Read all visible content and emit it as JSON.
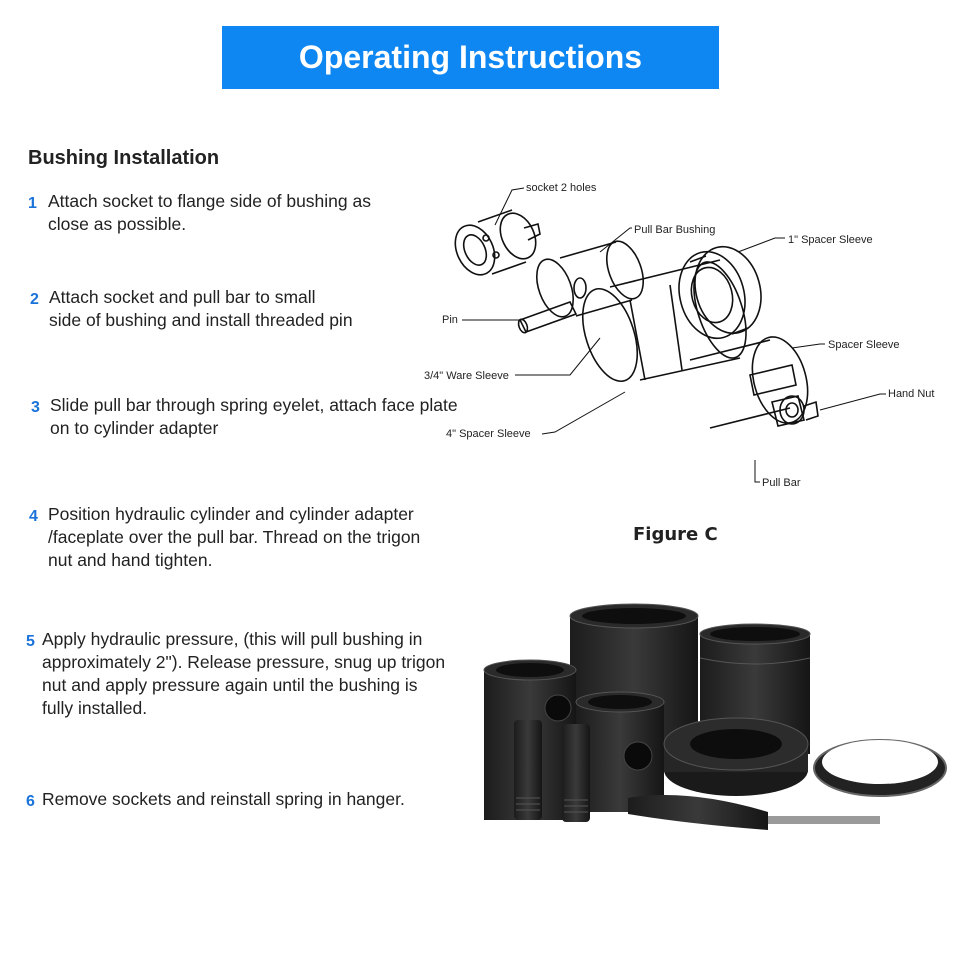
{
  "header": {
    "title": "Operating Instructions",
    "accent": "#0f87f2"
  },
  "section": {
    "title": "Bushing Installation"
  },
  "steps": [
    {
      "num": "1",
      "text": "Attach socket to flange side of bushing as\nclose as possible."
    },
    {
      "num": "2",
      "text": "Attach socket and pull bar to small\nside of bushing and install threaded pin"
    },
    {
      "num": "3",
      "text": "Slide pull bar through spring eyelet, attach face plate\non to cylinder adapter"
    },
    {
      "num": "4",
      "text": "Position hydraulic cylinder and cylinder adapter\n/faceplate over the pull bar. Thread on the trigon\nnut and hand tighten."
    },
    {
      "num": "5",
      "text": "Apply hydraulic pressure, (this will pull bushing in\napproximately 2\"). Release pressure, snug up trigon\nnut and apply pressure again until the bushing is\nfully installed."
    },
    {
      "num": "6",
      "text": "Remove sockets and reinstall spring in hanger."
    }
  ],
  "diagram": {
    "labels": {
      "socket": "socket 2 holes",
      "pull_bar_bushing": "Pull Bar Bushing",
      "spacer_1in": "1\" Spacer Sleeve",
      "pin": "Pin",
      "spacer_sleeve": "Spacer Sleeve",
      "ware_sleeve": "3/4\" Ware Sleeve",
      "hand_nut": "Hand Nut",
      "spacer_4in": "4\" Spacer Sleeve",
      "pull_bar": "Pull Bar"
    },
    "caption": "Figure C"
  }
}
